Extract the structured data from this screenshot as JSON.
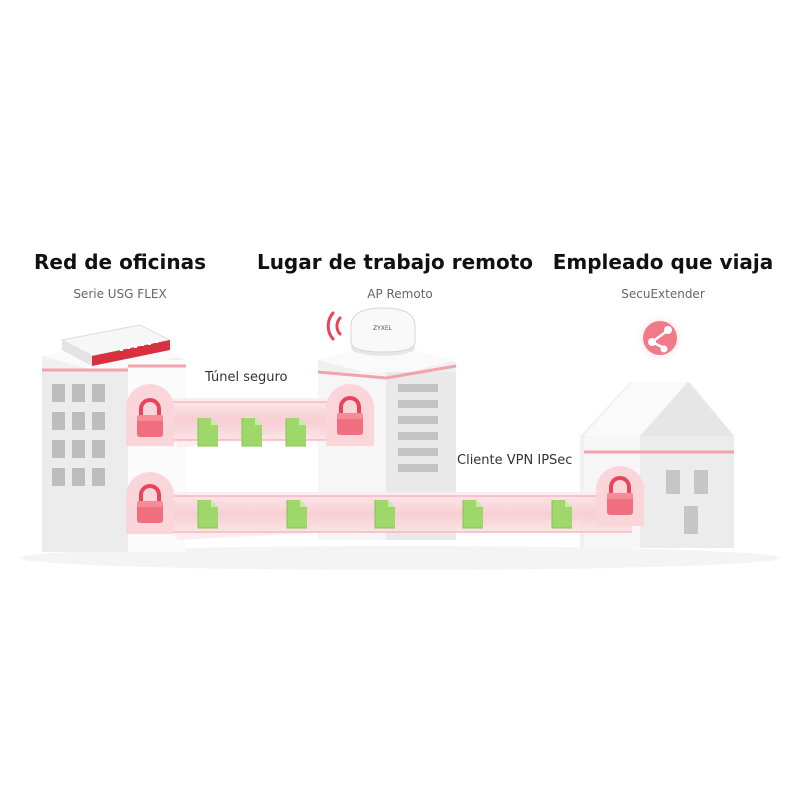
{
  "sections": {
    "office": {
      "title": "Red de oficinas",
      "subtitle": "Serie USG FLEX"
    },
    "remote": {
      "title": "Lugar de trabajo remoto",
      "subtitle": "AP Remoto"
    },
    "travel": {
      "title": "Empleado que viaja",
      "subtitle": "SecuExtender"
    }
  },
  "links": {
    "tunnel_label": "Túnel seguro",
    "client_label": "Cliente VPN IPSec"
  },
  "device": {
    "ap_logo": "ZYXEL"
  },
  "colors": {
    "accent_red": "#e8445a",
    "tunnel_pink": "#f9d3d8",
    "file_green": "#9fd86a",
    "building": "#f2f2f2",
    "text": "#111111",
    "subtext": "#666666"
  },
  "icons": [
    "lock-icon",
    "file-icon",
    "wifi-signal-icon",
    "share-icon",
    "firewall-device",
    "access-point"
  ]
}
